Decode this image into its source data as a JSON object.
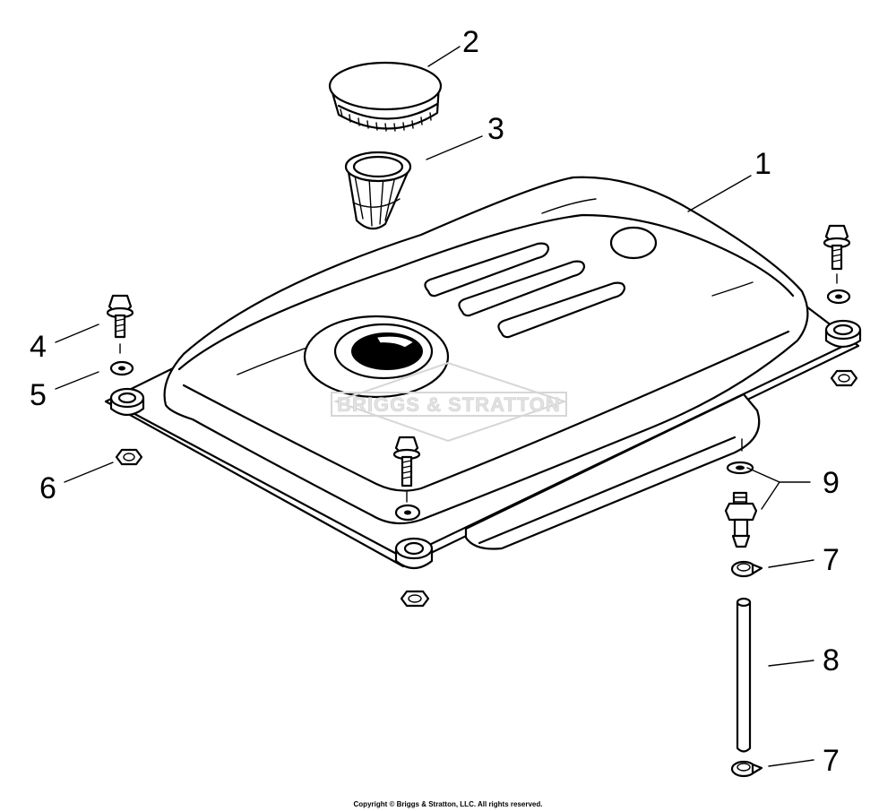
{
  "watermark": "BRIGGS & STRATTON",
  "copyright": "Copyright © Briggs & Stratton, LLC. All rights reserved.",
  "callouts": {
    "c1": "1",
    "c2": "2",
    "c3": "3",
    "c4": "4",
    "c5": "5",
    "c6": "6",
    "c7a": "7",
    "c7b": "7",
    "c8": "8",
    "c9": "9"
  }
}
